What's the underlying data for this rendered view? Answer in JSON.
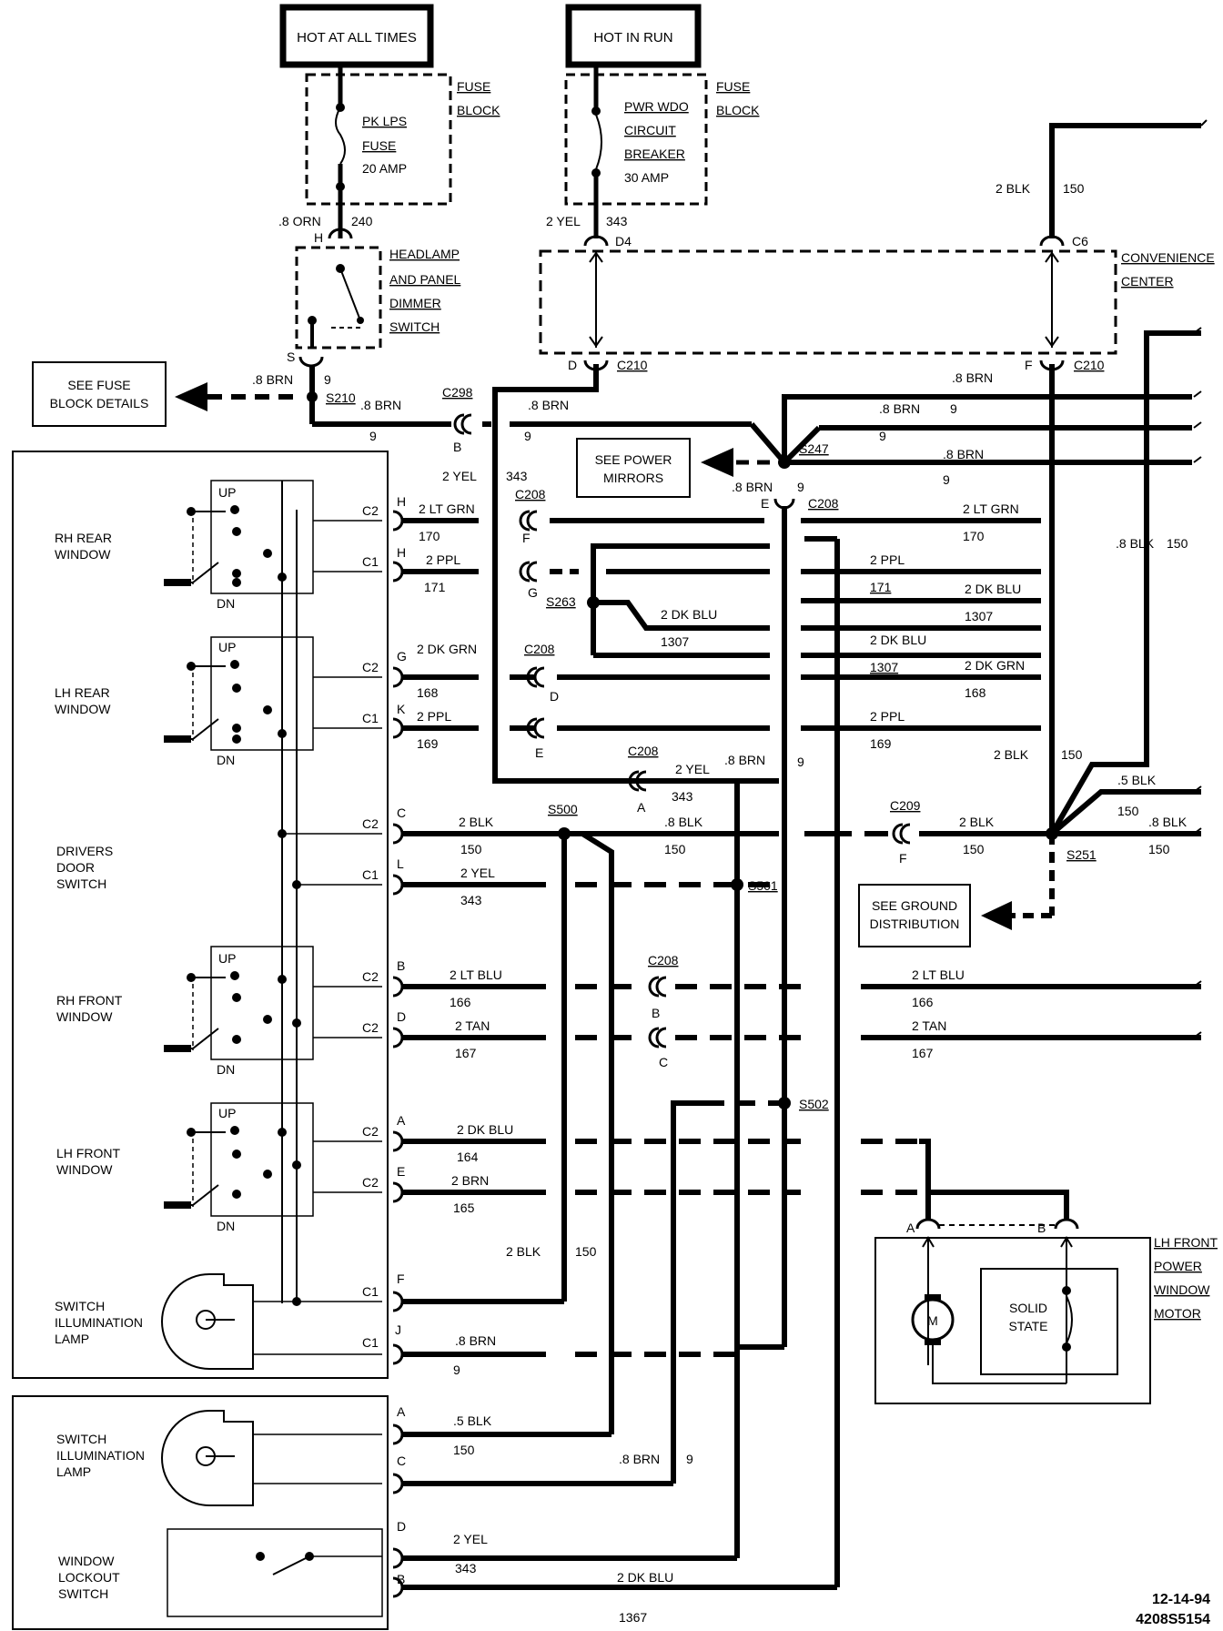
{
  "sources": {
    "hot_at_all_times": "HOT AT ALL TIMES",
    "hot_in_run": "HOT IN RUN"
  },
  "fuse_block_1": {
    "line1": "FUSE",
    "line2": "BLOCK",
    "fuse_l1": "PK LPS",
    "fuse_l2": "FUSE",
    "fuse_l3": "20 AMP"
  },
  "fuse_block_2": {
    "line1": "FUSE",
    "line2": "BLOCK",
    "cb_l1": "PWR WDO",
    "cb_l2": "CIRCUIT",
    "cb_l3": "BREAKER",
    "cb_l4": "30 AMP"
  },
  "dimmer": {
    "l1": "HEADLAMP",
    "l2": "AND PANEL",
    "l3": "DIMMER",
    "l4": "SWITCH",
    "pin_h": "H",
    "pin_s": "S"
  },
  "convenience": {
    "l1": "CONVENIENCE",
    "l2": "CENTER"
  },
  "boxes": {
    "fuse_details_l1": "SEE FUSE",
    "fuse_details_l2": "BLOCK DETAILS",
    "power_mirrors_l1": "SEE POWER",
    "power_mirrors_l2": "MIRRORS",
    "ground_l1": "SEE GROUND",
    "ground_l2": "DISTRIBUTION"
  },
  "switch_labels": {
    "rh_rear_l1": "RH REAR",
    "rh_rear_l2": "WINDOW",
    "lh_rear_l1": "LH REAR",
    "lh_rear_l2": "WINDOW",
    "door_l1": "DRIVERS",
    "door_l2": "DOOR",
    "door_l3": "SWITCH",
    "rh_front_l1": "RH FRONT",
    "rh_front_l2": "WINDOW",
    "lh_front_l1": "LH FRONT",
    "lh_front_l2": "WINDOW",
    "illum_l1": "SWITCH",
    "illum_l2": "ILLUMINATION",
    "illum_l3": "LAMP",
    "lockout_l1": "WINDOW",
    "lockout_l2": "LOCKOUT",
    "lockout_l3": "SWITCH",
    "up": "UP",
    "dn": "DN"
  },
  "motor": {
    "l1": "LH FRONT",
    "l2": "POWER",
    "l3": "WINDOW",
    "l4": "MOTOR",
    "m": "M",
    "ss_l1": "SOLID",
    "ss_l2": "STATE",
    "pin_a": "A",
    "pin_b": "B"
  },
  "footer": {
    "date": "12-14-94",
    "code": "4208S5154"
  },
  "wires": [
    {
      "color": ".8 ORN",
      "circuit": "240"
    },
    {
      "color": "2 YEL",
      "circuit": "343"
    },
    {
      "color": "2 BLK",
      "circuit": "150"
    },
    {
      "color": ".8 BRN",
      "circuit": "9"
    },
    {
      "color": "2 LT GRN",
      "circuit": "170"
    },
    {
      "color": "2 PPL",
      "circuit": "171"
    },
    {
      "color": "2 DK GRN",
      "circuit": "168"
    },
    {
      "color": "2 PPL",
      "circuit": "169"
    },
    {
      "color": "2 LT BLU",
      "circuit": "166"
    },
    {
      "color": "2 TAN",
      "circuit": "167"
    },
    {
      "color": "2 DK BLU",
      "circuit": "164"
    },
    {
      "color": "2 BRN",
      "circuit": "165"
    },
    {
      "color": "2 DK BLU",
      "circuit": "1307"
    },
    {
      "color": ".8 BLK",
      "circuit": "150"
    },
    {
      "color": ".5 BLK",
      "circuit": "150"
    },
    {
      "color": "2 DK BLU",
      "circuit": "1367"
    }
  ],
  "splices": {
    "s210": "S210",
    "s247": "S247",
    "s263": "S263",
    "s500": "S500",
    "s501": "S501",
    "s502": "S502",
    "s251": "S251"
  },
  "connectors": {
    "c298": "C298",
    "c208": "C208",
    "c210": "C210",
    "c209": "C209",
    "c6": "C6",
    "d4": "D4",
    "c1": "C1",
    "c2": "C2"
  },
  "pins": {
    "a": "A",
    "b": "B",
    "c": "C",
    "d": "D",
    "e": "E",
    "f": "F",
    "g": "G",
    "h": "H",
    "j": "J",
    "k": "K",
    "l": "L"
  }
}
